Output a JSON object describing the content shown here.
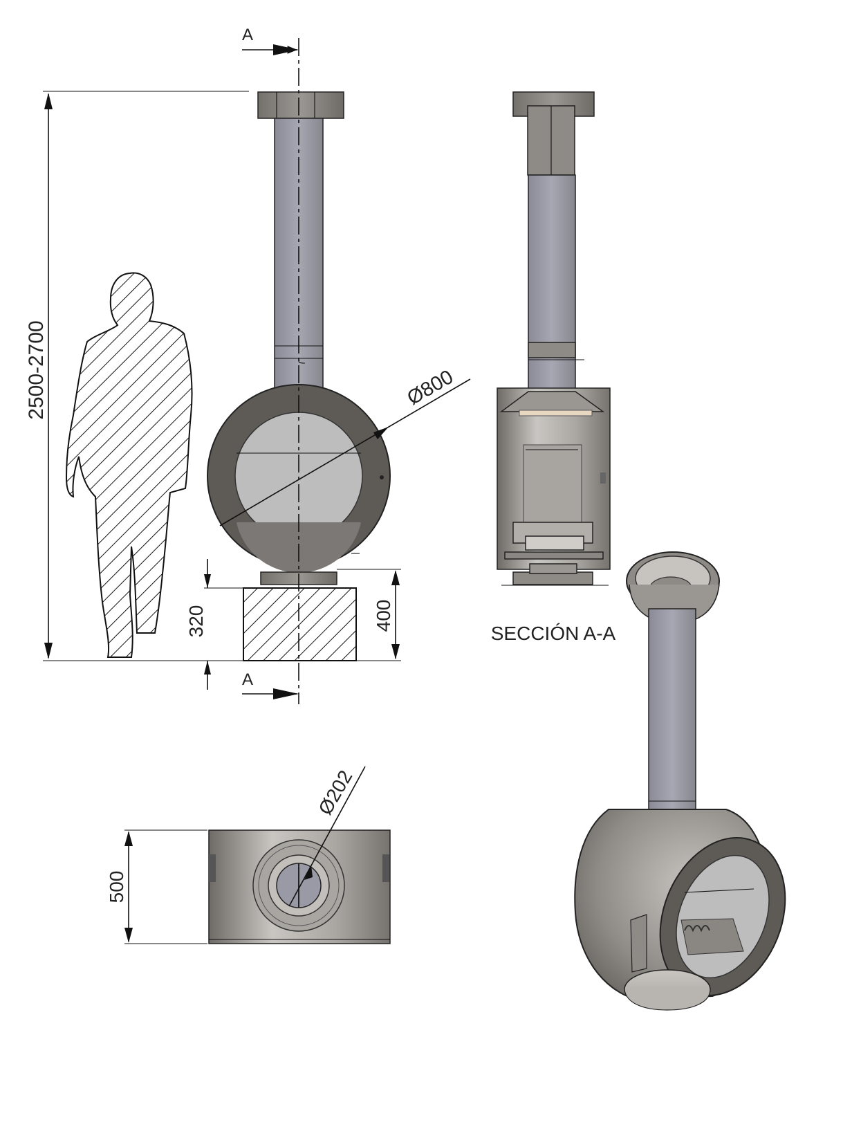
{
  "drawing": {
    "section_markers": {
      "top": "A",
      "bottom": "A"
    },
    "dimensions": {
      "total_height": "2500-2700",
      "body_diameter": "Ø800",
      "base_height_320": "320",
      "base_height_400": "400",
      "flue_diameter": "Ø202",
      "base_depth": "500"
    },
    "section_label": "SECCIÓN A-A"
  },
  "colors": {
    "steel_dark": "#5e5a56",
    "steel_mid": "#8e8a86",
    "pipe": "#9a9aa6",
    "glass": "#bdbdbd",
    "base_plate": "#d3d1cd"
  }
}
